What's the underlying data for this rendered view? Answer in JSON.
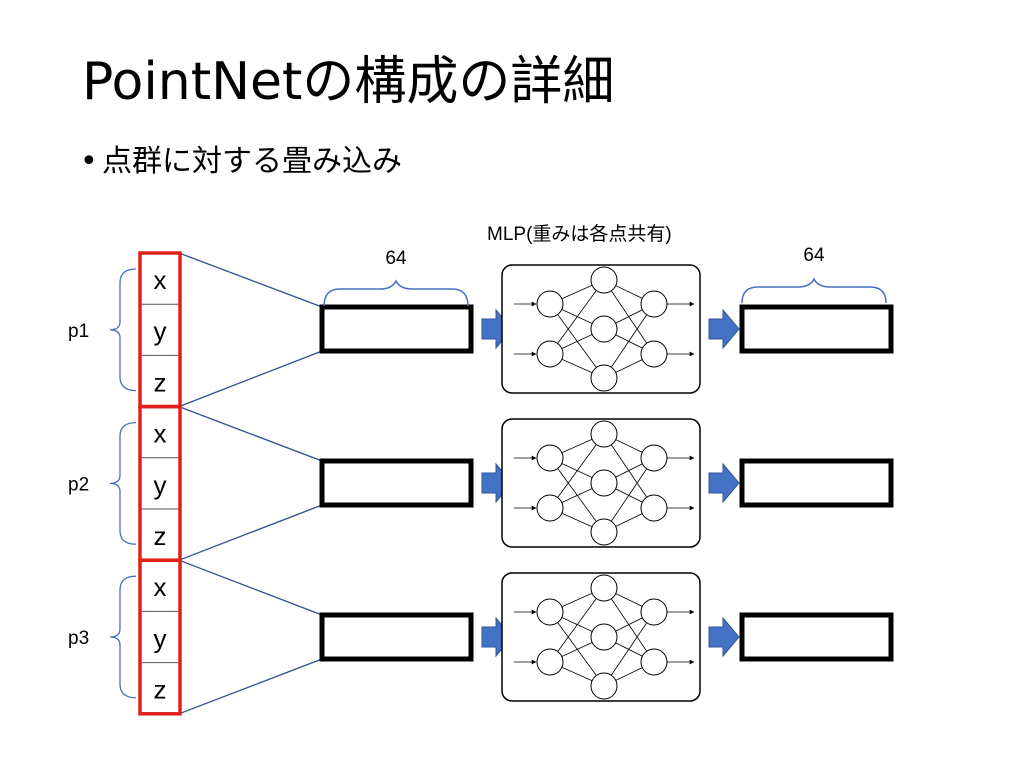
{
  "slide": {
    "title": "PointNetの構成の詳細",
    "bullet": "点群に対する畳み込み"
  },
  "diagram": {
    "points": [
      {
        "label": "p1",
        "coords": [
          "x",
          "y",
          "z"
        ]
      },
      {
        "label": "p2",
        "coords": [
          "x",
          "y",
          "z"
        ]
      },
      {
        "label": "p3",
        "coords": [
          "x",
          "y",
          "z"
        ]
      }
    ],
    "mlp_label": "MLP(重みは各点共有)",
    "input_dim_label": "64",
    "output_dim_label": "64",
    "highlight_color": "#e0201b",
    "arrow_color": "#4472c4",
    "line_color": "#2f4f8f"
  }
}
